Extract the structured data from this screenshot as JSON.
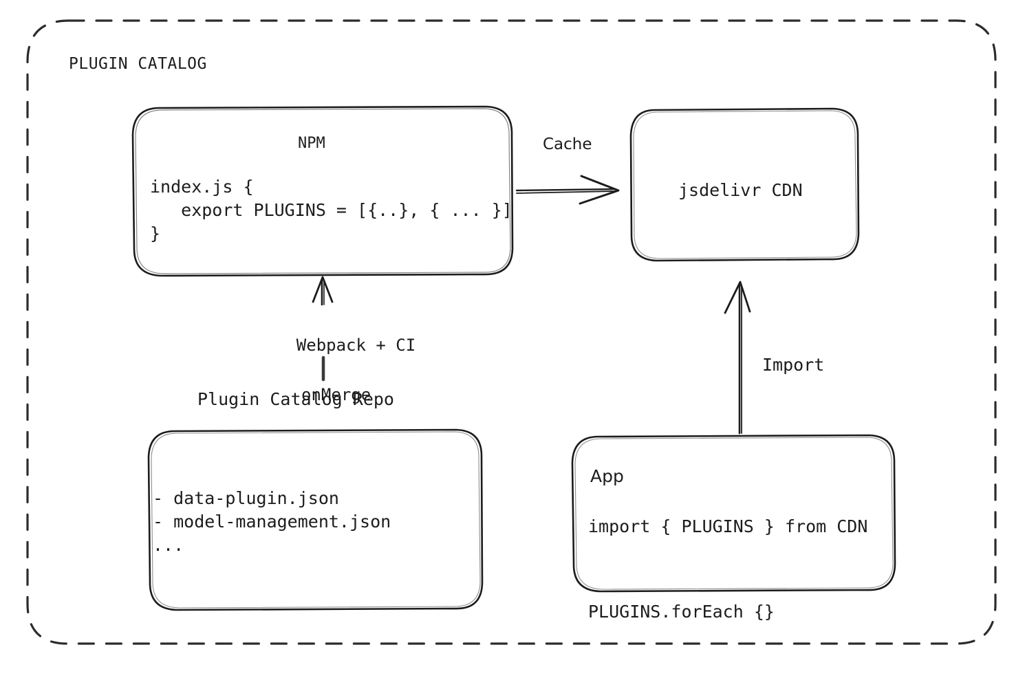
{
  "diagram": {
    "group_title": "PLUGIN CATALOG",
    "nodes": {
      "npm": {
        "title": "NPM",
        "code_lines": [
          "index.js {",
          "   export PLUGINS = [{..}, { ... }]",
          "}"
        ],
        "code_text": "index.js {\n   export PLUGINS = [{..}, { ... }]\n}"
      },
      "cdn": {
        "title": "jsdelivr CDN"
      },
      "repo": {
        "caption": "Plugin Catalog Repo",
        "lines": [
          "- data-plugin.json",
          "- model-management.json",
          "..."
        ],
        "lines_text": "- data-plugin.json\n- model-management.json\n..."
      },
      "app": {
        "title": "App",
        "code_lines": [
          "import { PLUGINS } from CDN",
          "PLUGINS.forEach {}"
        ],
        "code_text": "import { PLUGINS } from CDN\n\nPLUGINS.forEach {}"
      }
    },
    "edges": {
      "cache": {
        "label": "Cache",
        "from": "npm",
        "to": "cdn"
      },
      "build": {
        "label_line1": "Webpack + CI",
        "label_line2": "onMerge",
        "from": "repo",
        "to": "npm"
      },
      "import": {
        "label": "Import",
        "from": "app",
        "to": "cdn"
      }
    },
    "colors": {
      "stroke": "#1c1c1c",
      "background": "#ffffff",
      "dashed_border": "#2b2b2b"
    }
  }
}
